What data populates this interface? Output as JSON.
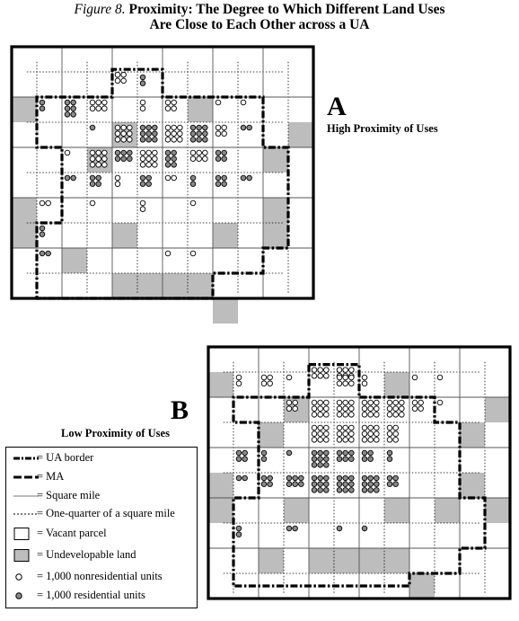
{
  "figure": {
    "number": "Figure 8.",
    "title_line1": "Proximity: The Degree to Which Different Land Uses",
    "title_line2": "Are Close to Each Other across a UA"
  },
  "panel_a": {
    "letter": "A",
    "subtitle": "High Proximity of Uses"
  },
  "panel_b": {
    "letter": "B",
    "subtitle": "Low Proximity of Uses"
  },
  "legend": {
    "items": [
      {
        "symbol": "ua-border",
        "label": "= UA border"
      },
      {
        "symbol": "ma",
        "label": "= MA"
      },
      {
        "symbol": "square-mile",
        "label": "= Square mile"
      },
      {
        "symbol": "quarter-mile",
        "label": "= One-quarter of a square mile"
      },
      {
        "symbol": "vacant",
        "label": "= Vacant parcel"
      },
      {
        "symbol": "undevelopable",
        "label": "= Undevelopable land"
      },
      {
        "symbol": "nonresidential",
        "label": "= 1,000 nonresidential units"
      },
      {
        "symbol": "residential",
        "label": "= 1,000 residential units"
      }
    ]
  },
  "colors": {
    "undevelopable": "#bdbdbd",
    "residential": "#8a8a8a",
    "nonresidential": "#ffffff",
    "ink": "#000000"
  }
}
